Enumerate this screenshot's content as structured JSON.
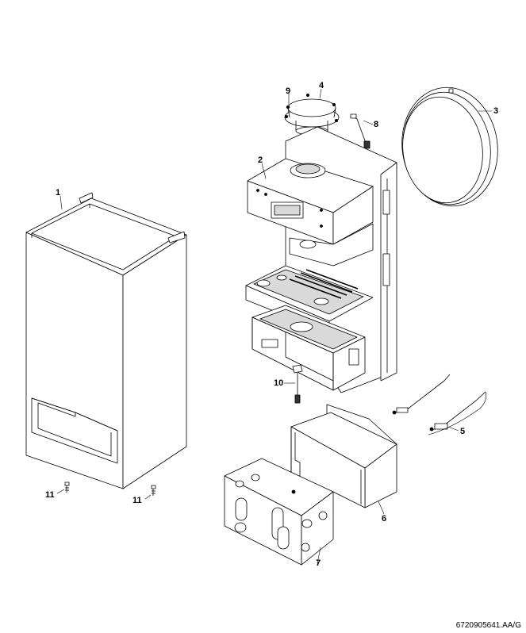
{
  "callouts": {
    "c1": "1",
    "c2": "2",
    "c3": "3",
    "c4": "4",
    "c5": "5",
    "c6": "6",
    "c7": "7",
    "c8": "8",
    "c9": "9",
    "c10": "10",
    "c11a": "11",
    "c11b": "11"
  },
  "document_ref": "6720905641.AA/G",
  "colors": {
    "line": "#000000",
    "fill": "#ffffff",
    "shade": "#d9d9d9",
    "dark": "#555555"
  }
}
